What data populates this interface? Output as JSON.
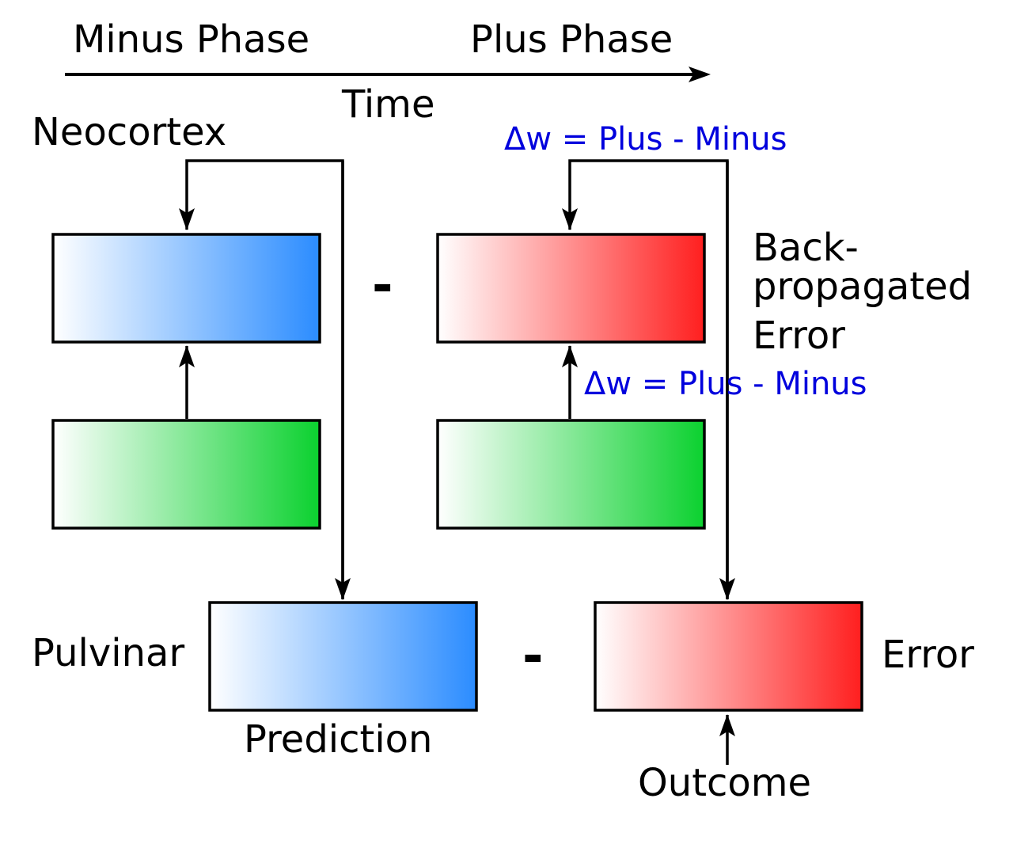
{
  "timeline": {
    "minus_phase": "Minus Phase",
    "plus_phase": "Plus Phase",
    "time": "Time"
  },
  "labels": {
    "neocortex": "Neocortex",
    "pulvinar": "Pulvinar",
    "prediction": "Prediction",
    "error": "Error",
    "outcome": "Outcome",
    "backprop_line1": "Back-",
    "backprop_line2": "propagated",
    "backprop_line3": "Error",
    "minus_sign_top": "-",
    "minus_sign_bottom": "-"
  },
  "equations": {
    "top": "Δw = Plus - Minus",
    "middle": "Δw = Plus - Minus"
  },
  "colors": {
    "blue": "#2b8cff",
    "red": "#ff1f1f",
    "green": "#0bd12f",
    "equation_text": "#0000dd"
  }
}
